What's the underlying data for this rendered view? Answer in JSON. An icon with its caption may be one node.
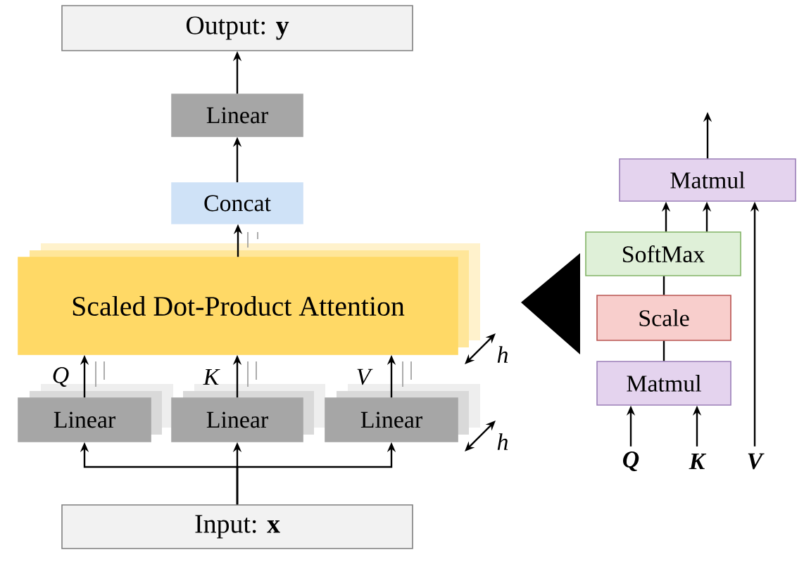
{
  "diagram": {
    "nodes": [
      {
        "text": [
          "Output: **y**"
        ]
      },
      {
        "text": [
          "Linear"
        ]
      },
      {
        "text": [
          "Concat"
        ]
      },
      {
        "text": [
          "Scaled Dot-Product Attention"
        ]
      },
      {
        "text": [
          "Linear"
        ]
      },
      {
        "text": [
          "Linear"
        ]
      },
      {
        "text": [
          "Linear"
        ]
      },
      {
        "text": [
          "Input: **x**"
        ]
      },
      {
        "text": [
          "Matmul"
        ]
      },
      {
        "text": [
          "SoftMax"
        ]
      },
      {
        "text": [
          "Scale"
        ]
      },
      {
        "text": [
          "Matmul"
        ]
      },
      {
        "text": [
          "Q"
        ]
      },
      {
        "text": [
          "K"
        ]
      },
      {
        "text": [
          "V"
        ]
      }
    ],
    "edges": [
      {
        "from": 7,
        "to": 4,
        "arrow": "to"
      },
      {
        "from": 7,
        "to": 5,
        "arrow": "to"
      },
      {
        "from": 7,
        "to": 6,
        "arrow": "to"
      },
      {
        "from": 4,
        "to": 3,
        "arrow": "to"
      },
      {
        "from": 5,
        "to": 3,
        "arrow": "to"
      },
      {
        "from": 6,
        "to": 3,
        "arrow": "to"
      },
      {
        "from": 3,
        "to": 2,
        "arrow": "to"
      },
      {
        "from": 2,
        "to": 1,
        "arrow": "to"
      },
      {
        "from": 1,
        "to": 0,
        "arrow": "to"
      },
      {
        "from": 8,
        "to": null,
        "arrow": "to"
      },
      {
        "from": 9,
        "to": 8,
        "arrow": "to"
      },
      {
        "from": 9,
        "to": 8,
        "arrow": "to"
      },
      {
        "from": 10,
        "to": 9,
        "arrow": "none"
      },
      {
        "from": 11,
        "to": 10,
        "arrow": "none"
      },
      {
        "from": 12,
        "to": 11,
        "arrow": "to"
      },
      {
        "from": 13,
        "to": 11,
        "arrow": "to"
      },
      {
        "from": 14,
        "to": 8,
        "arrow": "to"
      }
    ],
    "labels": [
      "Q",
      "K",
      "V",
      "h",
      "h"
    ]
  }
}
